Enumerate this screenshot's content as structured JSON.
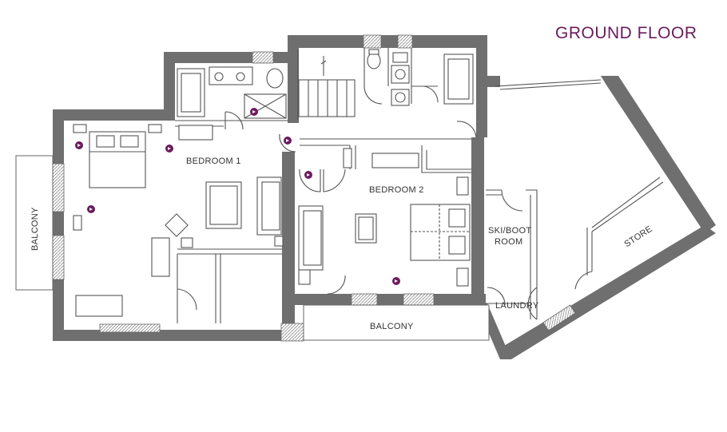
{
  "title": "GROUND FLOOR",
  "rooms": {
    "bedroom1": "BEDROOM 1",
    "bedroom2": "BEDROOM 2",
    "ski_boot_line1": "SKI/BOOT",
    "ski_boot_line2": "ROOM",
    "laundry": "LAUNDRY",
    "store": "STORE",
    "balcony_left": "BALCONY",
    "balcony_bottom": "BALCONY"
  },
  "colors": {
    "title": "#6b1b5e",
    "wall": "#6f6f6f",
    "marker": "#6b1b5e"
  },
  "icons": {
    "door_direction_marker": "arrow-circle-icon"
  }
}
